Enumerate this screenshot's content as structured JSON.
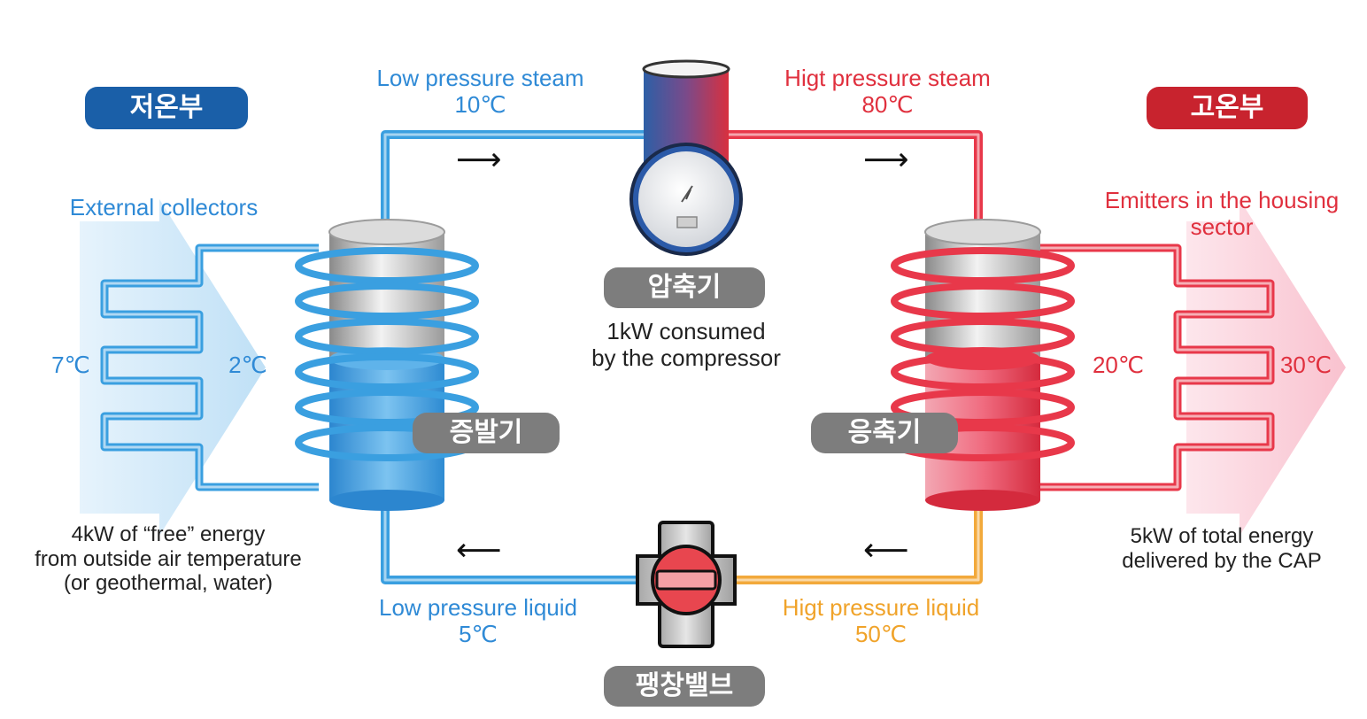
{
  "zones": {
    "low_temp": "저온부",
    "high_temp": "고온부"
  },
  "pipes": {
    "low_steam_label": "Low pressure steam",
    "low_steam_temp": "10℃",
    "high_steam_label": "Higt pressure steam",
    "high_steam_temp": "80℃",
    "low_liquid_label": "Low pressure liquid",
    "low_liquid_temp": "5℃",
    "high_liquid_label": "Higt pressure liquid",
    "high_liquid_temp": "50℃"
  },
  "components": {
    "compressor": "압축기",
    "compressor_note_line1": "1kW consumed",
    "compressor_note_line2": "by the compressor",
    "evaporator": "증발기",
    "condenser": "응축기",
    "expansion_valve": "팽창밸브"
  },
  "left": {
    "title": "External collectors",
    "temp_in": "7℃",
    "temp_out": "2℃",
    "note_line1": "4kW of “free” energy",
    "note_line2": "from outside air temperature",
    "note_line3": "(or geothermal, water)"
  },
  "right": {
    "title_line1": "Emitters in the housing",
    "title_line2": "sector",
    "temp_in": "20℃",
    "temp_out": "30℃",
    "note_line1": "5kW of total energy",
    "note_line2": "delivered by the CAP"
  },
  "colors": {
    "cold": "#3a9fe0",
    "hot": "#e8384a",
    "warm_liquid": "#f2a93b",
    "badge_blue": "#1a5fa8",
    "badge_red": "#c8232e",
    "badge_grey": "#7d7d7d"
  }
}
